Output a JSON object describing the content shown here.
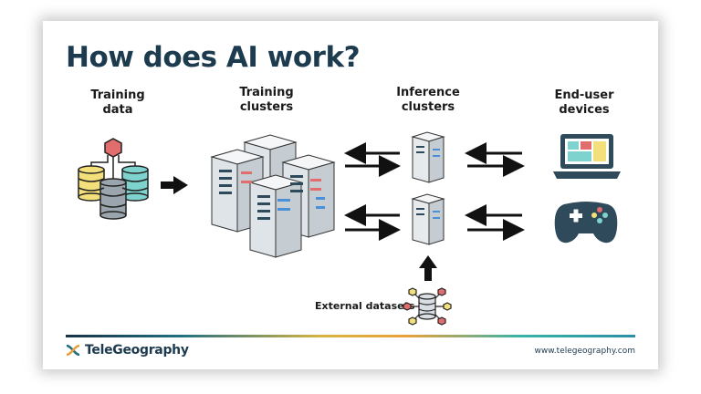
{
  "slide": {
    "title": "How does AI work?",
    "columns": {
      "training_data": "Training\ndata",
      "training_clusters": "Training\nclusters",
      "inference_clusters": "Inference\nclusters",
      "end_user_devices": "End-user\ndevices"
    },
    "external_datasets": "External datasets"
  },
  "footer": {
    "brand": "TeleGeography",
    "url": "www.telegeography.com"
  },
  "colors": {
    "title": "#1d3b4f",
    "db_yellow": "#f4e07a",
    "db_teal": "#7fd3cf",
    "db_gray": "#9aa5ad",
    "server_rack": "#e9ecef",
    "device": "#2f4a5b",
    "accent_red": "#e26d6d"
  }
}
